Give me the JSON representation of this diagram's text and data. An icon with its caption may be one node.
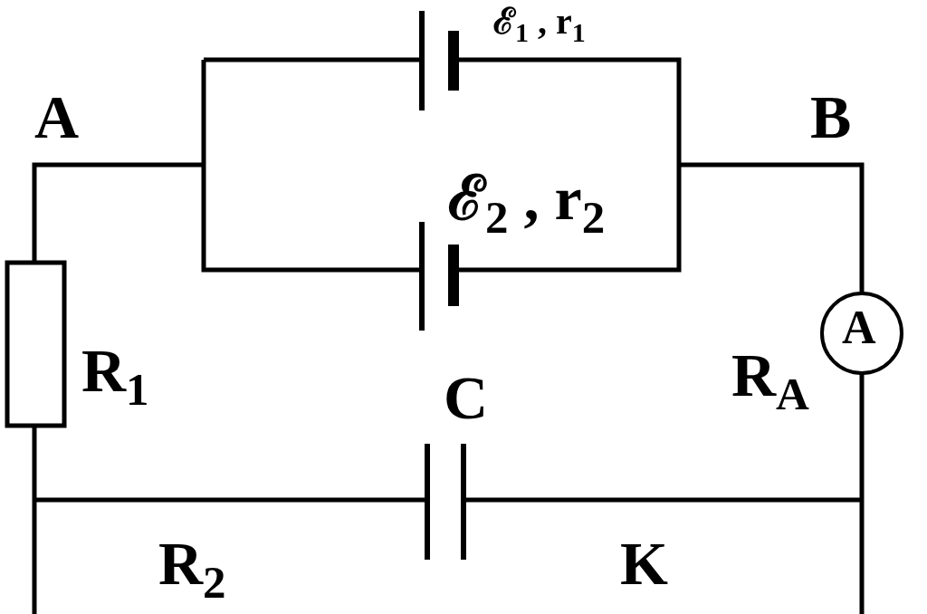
{
  "diagram": {
    "labels": [
      "ℰ$_{1}$ , r$_{1}$",
      "A",
      "B",
      "ℰ$_{2}$ , r$_{2}$",
      "R$_{1}$",
      "C",
      "A",
      "R$_{A}$",
      "R$_{2}$",
      "K"
    ]
  }
}
